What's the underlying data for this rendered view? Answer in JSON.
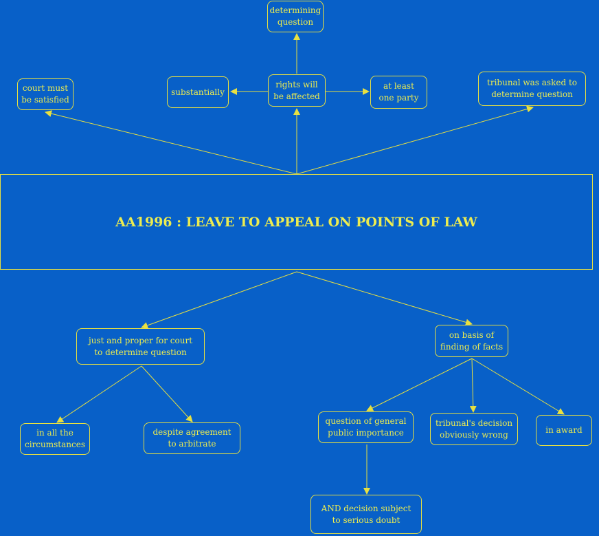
{
  "colors": {
    "background": "#0860c8",
    "line": "#e8e040",
    "text": "#ecec50"
  },
  "diagram": {
    "title": "AA1996 : LEAVE TO APPEAL ON POINTS OF LAW",
    "nodes": {
      "determining": "determining\nquestion",
      "court_satisfied": "court must\nbe satisfied",
      "substantially": "substantially",
      "rights_affected": "rights will\nbe affected",
      "one_party": "at least\none party",
      "tribunal_asked": "tribunal was asked to\ndetermine question",
      "just_proper": "just and proper for court\nto determine question",
      "basis_facts": "on basis of\nfinding of facts",
      "all_circumstances": "in all the\ncircumstances",
      "despite_agreement": "despite agreement\nto arbitrate",
      "general_importance": "question of general\npublic importance",
      "obviously_wrong": "tribunal's decision\nobviously wrong",
      "in_award": "in award",
      "serious_doubt": "AND decision subject\nto serious doubt"
    }
  }
}
